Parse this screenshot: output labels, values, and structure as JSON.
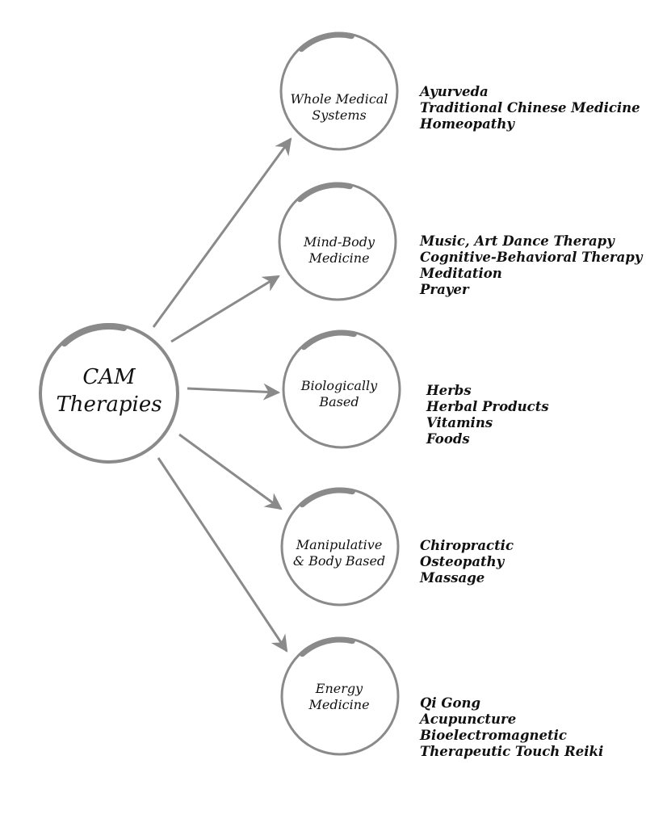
{
  "center": {
    "lines": [
      "CAM",
      "Therapies"
    ]
  },
  "categories": [
    {
      "lines": [
        "Whole Medical",
        "Systems"
      ],
      "items": [
        "Ayurveda",
        "Traditional Chinese Medicine",
        "Homeopathy"
      ]
    },
    {
      "lines": [
        "Mind-Body",
        "Medicine"
      ],
      "items": [
        "Music, Art Dance Therapy",
        "Cognitive-Behavioral Therapy",
        "Meditation",
        "Prayer"
      ]
    },
    {
      "lines": [
        "Biologically",
        "Based"
      ],
      "items": [
        "Herbs",
        "Herbal Products",
        "Vitamins",
        "Foods"
      ]
    },
    {
      "lines": [
        "Manipulative",
        "& Body Based"
      ],
      "items": [
        "Chiropractic",
        "Osteopathy",
        "Massage"
      ]
    },
    {
      "lines": [
        "Energy",
        "Medicine"
      ],
      "items": [
        "Qi Gong",
        "Acupuncture",
        "Bioelectromagnetic",
        "Therapeutic Touch Reiki"
      ]
    }
  ],
  "colors": {
    "stroke": "#8a8a8a",
    "text": "#111111"
  }
}
